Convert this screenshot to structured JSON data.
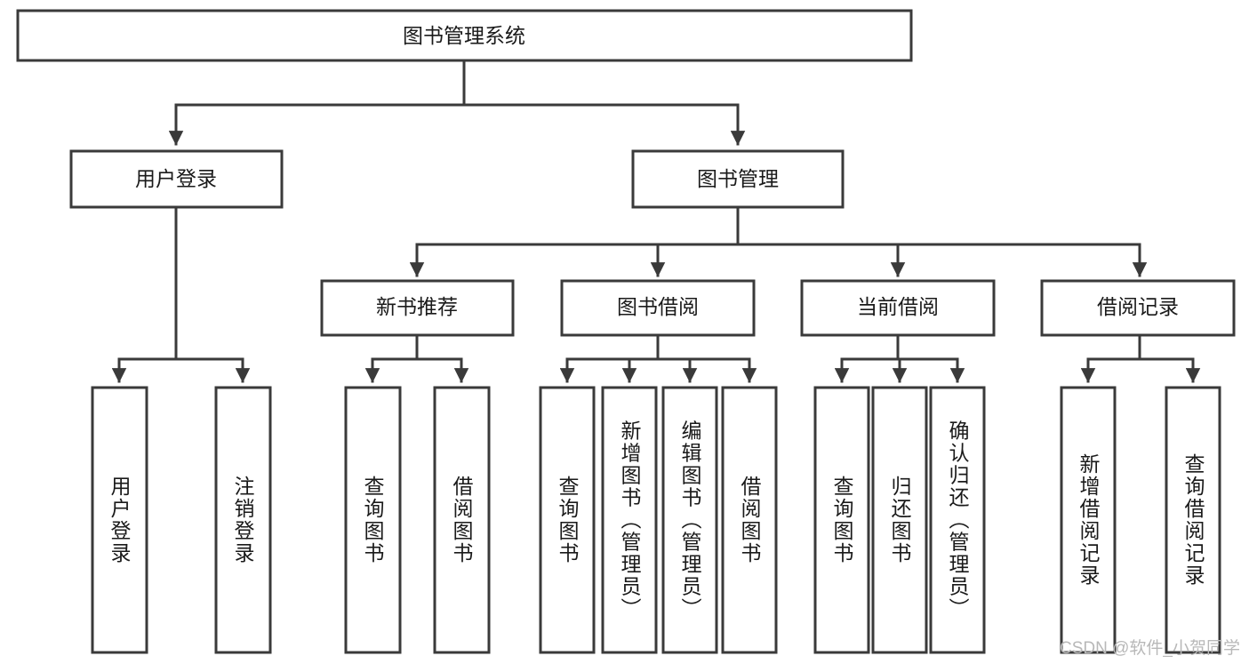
{
  "diagram": {
    "type": "tree",
    "title": "图书管理系统",
    "watermark": "CSDN @软件_小贺同学",
    "nodes": {
      "root": {
        "label": "图书管理系统"
      },
      "level2": [
        {
          "label": "用户登录"
        },
        {
          "label": "图书管理"
        }
      ],
      "level3": [
        {
          "label": "新书推荐"
        },
        {
          "label": "图书借阅"
        },
        {
          "label": "当前借阅"
        },
        {
          "label": "借阅记录"
        }
      ],
      "leaves_user_login": [
        {
          "label": "用户登录"
        },
        {
          "label": "注销登录"
        }
      ],
      "leaves_new_books": [
        {
          "label": "查询图书"
        },
        {
          "label": "借阅图书"
        }
      ],
      "leaves_borrow": [
        {
          "label": "查询图书"
        },
        {
          "label": "新增图书（管理员）"
        },
        {
          "label": "编辑图书（管理员）"
        },
        {
          "label": "借阅图书"
        }
      ],
      "leaves_current": [
        {
          "label": "查询图书"
        },
        {
          "label": "归还图书"
        },
        {
          "label": "确认归还（管理员）"
        }
      ],
      "leaves_records": [
        {
          "label": "新增借阅记录"
        },
        {
          "label": "查询借阅记录"
        }
      ]
    },
    "colors": {
      "stroke": "#3a3a3a",
      "fill": "#ffffff",
      "text": "#1a1a1a",
      "watermark": "#b8b8b8"
    }
  }
}
